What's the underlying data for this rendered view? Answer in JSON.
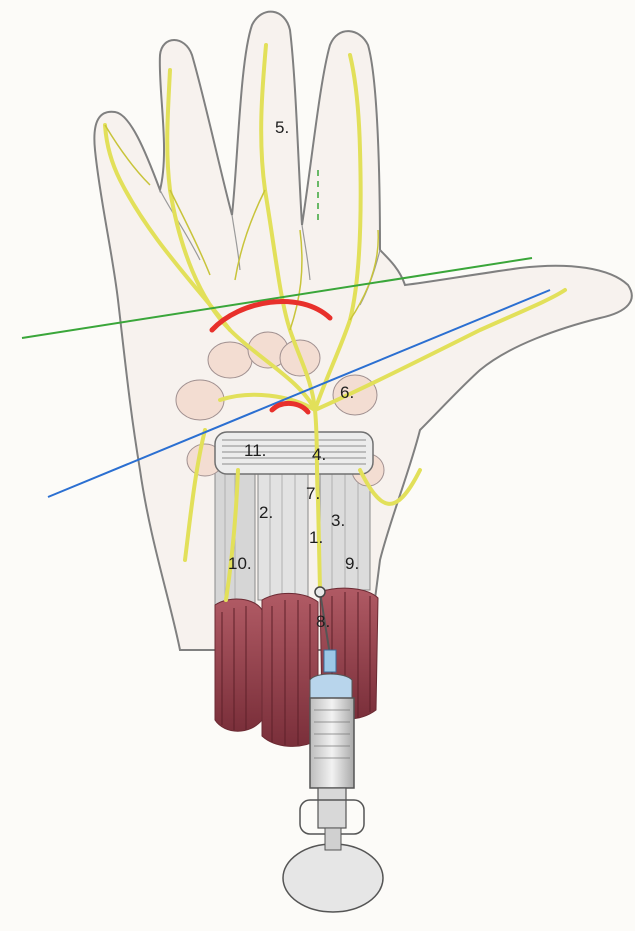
{
  "figure": {
    "kind": "anatomical-illustration",
    "subject": "palmar hand with carpal tunnel, nerves, tendons and syringe",
    "colors": {
      "paper": "#fcfbf8",
      "outline": "#7d7d7d",
      "nerve": "#e2e05a",
      "nerve_edge": "#c8c43a",
      "arch": "#e8302b",
      "green_line": "#3aa63a",
      "blue_line": "#2b6fd1",
      "muscle": "#8e3b46",
      "tendon": "#c9c9c9",
      "syringe_blue": "#9cc7e6"
    }
  },
  "labels": {
    "l1": "1.",
    "l2": "2.",
    "l3": "3.",
    "l4": "4.",
    "l5": "5.",
    "l6": "6.",
    "l7": "7.",
    "l8": "8.",
    "l9": "9.",
    "l10": "10.",
    "l11": "11."
  }
}
